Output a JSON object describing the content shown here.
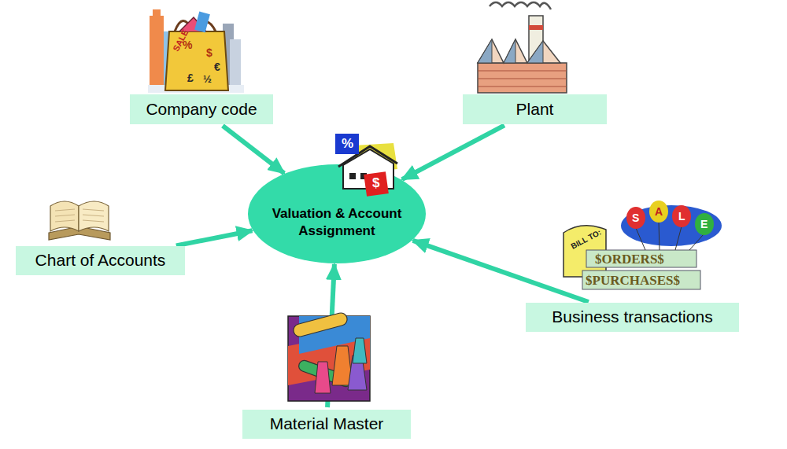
{
  "diagram": {
    "nodes": [
      {
        "text": [
          "Company code"
        ]
      },
      {
        "text": [
          "Plant"
        ]
      },
      {
        "text": [
          "Valuation & Account Assignment"
        ]
      },
      {
        "text": [
          "Chart of Accounts"
        ]
      },
      {
        "text": [
          "Business transactions"
        ]
      },
      {
        "text": [
          "Material Master"
        ]
      }
    ],
    "edges": [
      {
        "from": 0,
        "to": 2,
        "arrow": "to"
      },
      {
        "from": 1,
        "to": 2,
        "arrow": "to"
      },
      {
        "from": 3,
        "to": 2,
        "arrow": "to"
      },
      {
        "from": 4,
        "to": 2,
        "arrow": "to"
      },
      {
        "from": 5,
        "to": 2,
        "arrow": "to"
      }
    ],
    "labels": [
      "SALE",
      "%",
      "$",
      "€",
      "£",
      "½",
      "%",
      "$",
      "BILL TO:",
      "S",
      "A",
      "L",
      "E",
      "$ORDERS$",
      "$PURCHASES$"
    ]
  }
}
